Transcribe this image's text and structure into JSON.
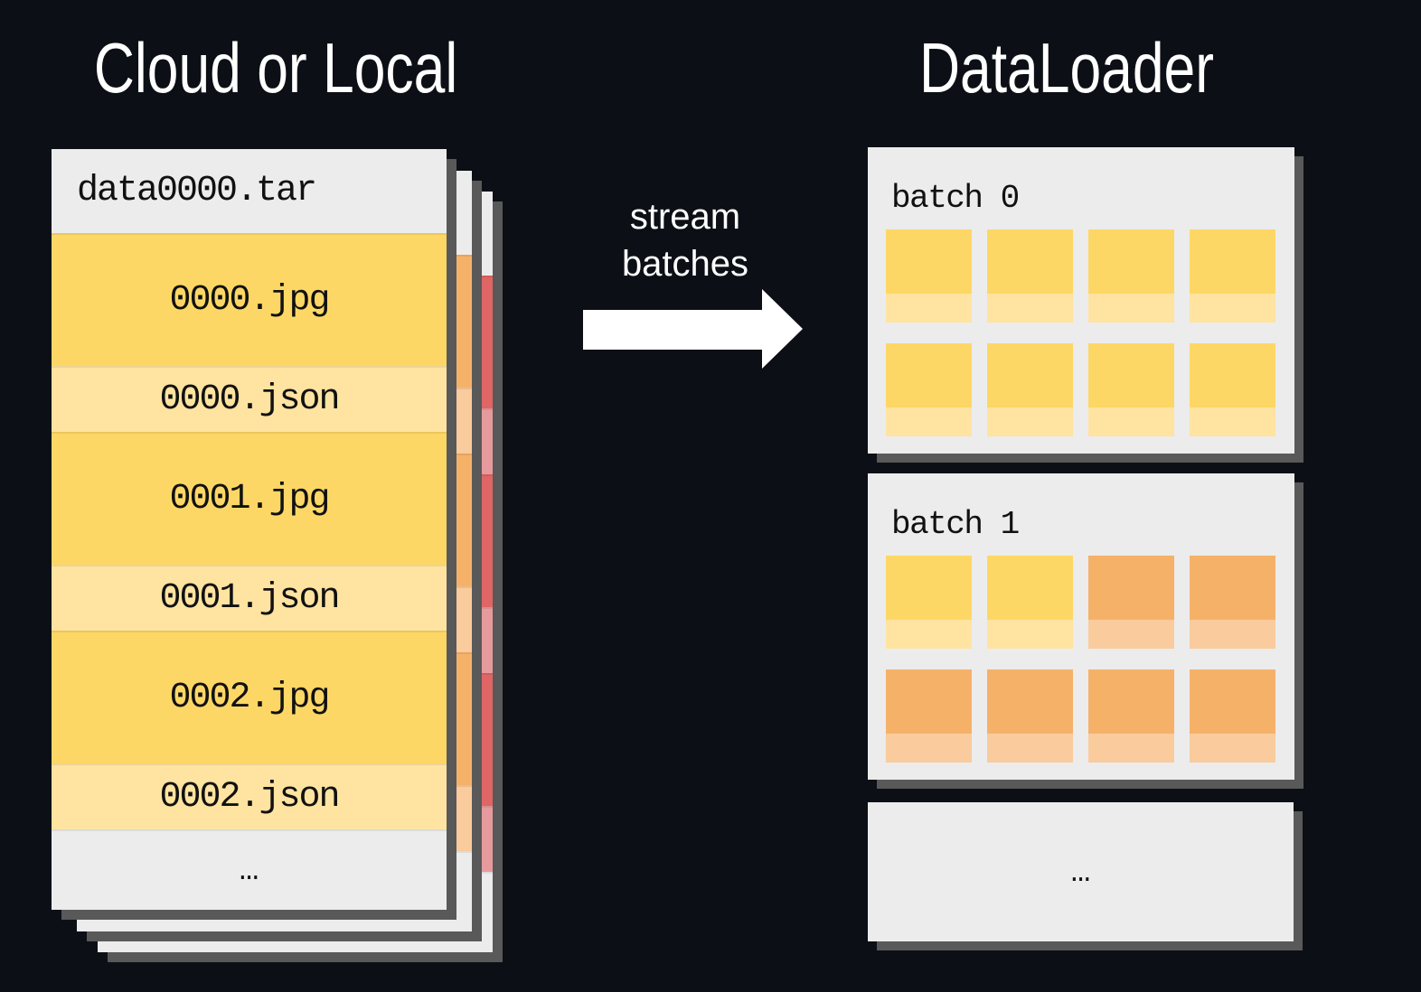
{
  "colors": {
    "background": "#0c1016",
    "card": "#ececec",
    "shadow": "#595959",
    "text_dark": "#111111",
    "text_light": "#ffffff",
    "tiles": {
      "yellow": {
        "top": "#fdd765",
        "bottom": "#ffe3a0"
      },
      "orange": {
        "top": "#f6b169",
        "bottom": "#f9cb9d"
      },
      "red": {
        "top": "#e06565",
        "bottom": "#e79a9d"
      }
    }
  },
  "left": {
    "title": "Cloud or Local",
    "shard": {
      "name": "data0000.tar",
      "files": [
        {
          "name": "0000.jpg",
          "kind": "jpg"
        },
        {
          "name": "0000.json",
          "kind": "json"
        },
        {
          "name": "0001.jpg",
          "kind": "jpg"
        },
        {
          "name": "0001.json",
          "kind": "json"
        },
        {
          "name": "0002.jpg",
          "kind": "jpg"
        },
        {
          "name": "0002.json",
          "kind": "json"
        }
      ],
      "more": "…"
    },
    "stack_layers": [
      "yellow",
      "orange",
      "red"
    ]
  },
  "middle": {
    "label": "stream batches"
  },
  "right": {
    "title": "DataLoader",
    "batches": [
      {
        "label": "batch 0",
        "tiles": [
          "yellow",
          "yellow",
          "yellow",
          "yellow",
          "yellow",
          "yellow",
          "yellow",
          "yellow"
        ]
      },
      {
        "label": "batch 1",
        "tiles": [
          "yellow",
          "yellow",
          "orange",
          "orange",
          "orange",
          "orange",
          "orange",
          "orange"
        ]
      }
    ],
    "more": "…"
  }
}
